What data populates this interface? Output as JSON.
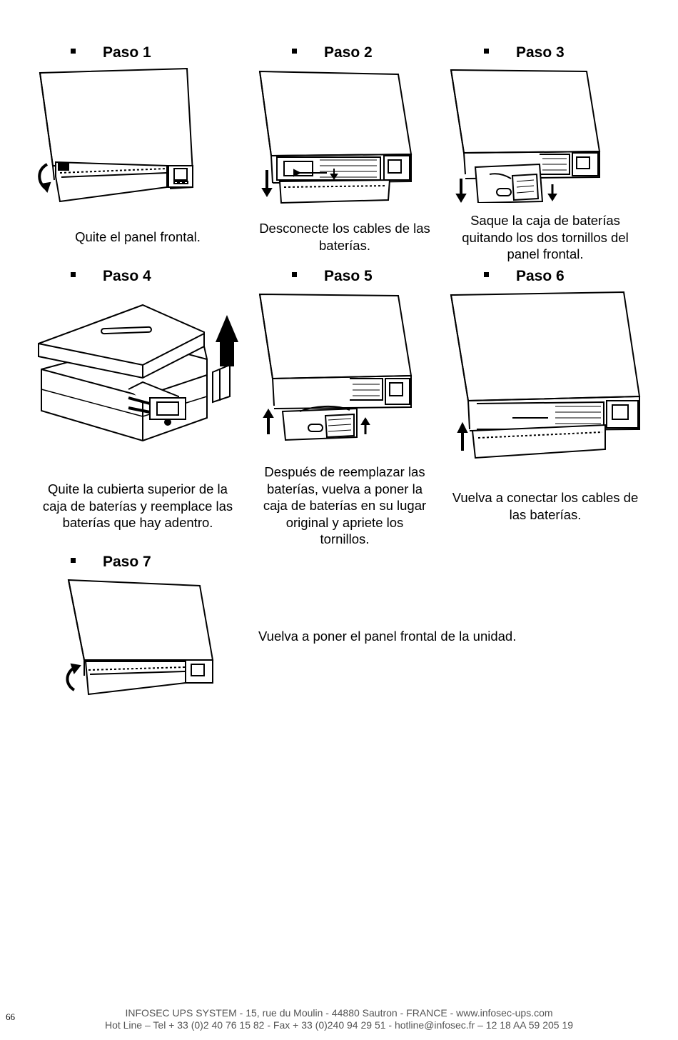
{
  "steps": [
    {
      "title": "Paso 1",
      "caption": "Quite el panel frontal."
    },
    {
      "title": "Paso 2",
      "caption": "Desconecte los cables de las baterías."
    },
    {
      "title": "Paso 3",
      "caption": "Saque la caja de baterías quitando los dos tornillos del panel frontal."
    },
    {
      "title": "Paso 4",
      "caption": "Quite la cubierta superior de la caja de baterías y reemplace las baterías que hay adentro."
    },
    {
      "title": "Paso 5",
      "caption": "Después de reemplazar las baterías, vuelva a poner la caja de baterías en su lugar original y apriete los tornillos."
    },
    {
      "title": "Paso 6",
      "caption": "Vuelva a conectar los cables de las baterías."
    },
    {
      "title": "Paso 7",
      "caption": "Vuelva a poner el panel frontal de la unidad."
    }
  ],
  "footer": {
    "page_number": "66",
    "line1": "INFOSEC UPS SYSTEM - 15, rue du Moulin - 44880 Sautron - FRANCE - www.infosec-ups.com",
    "line2": "Hot Line – Tel + 33 (0)2 40 76 15 82 - Fax + 33 (0)240 94 29 51 - hotline@infosec.fr – 12 18 AA 59 205 19"
  }
}
